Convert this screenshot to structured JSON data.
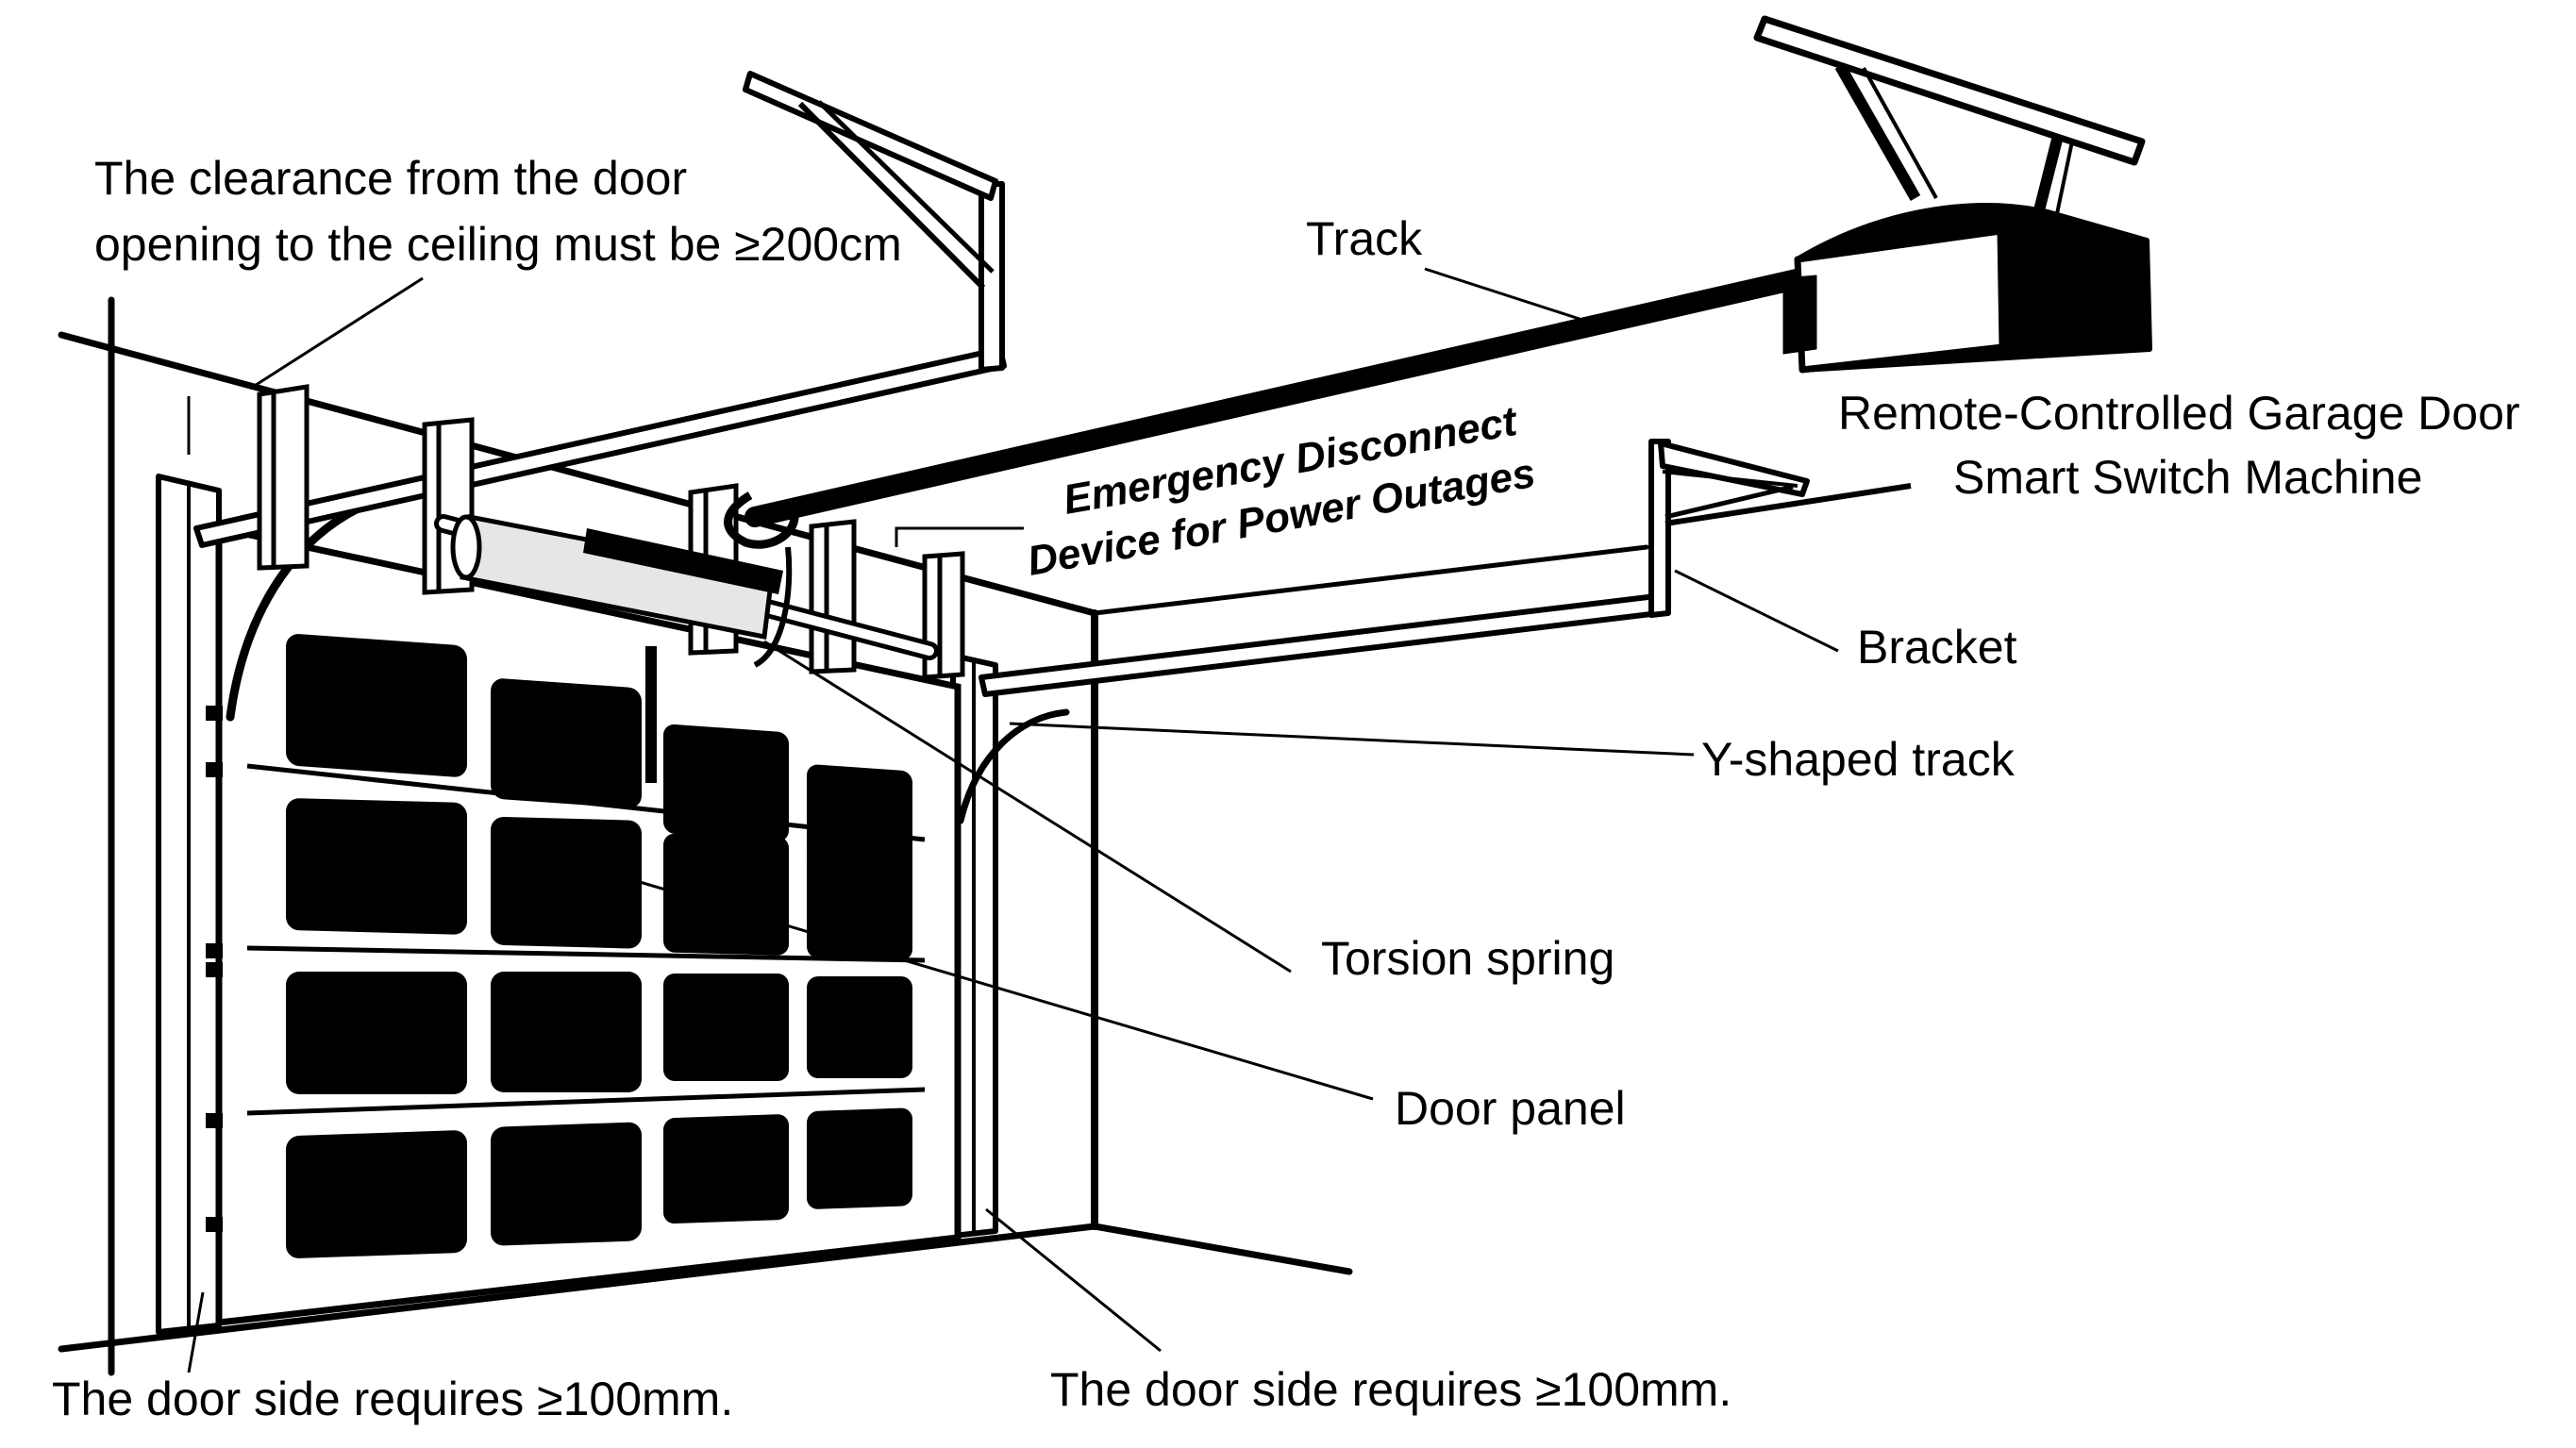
{
  "labels": {
    "clearance_line1": "The clearance from the door",
    "clearance_line2": "opening to the ceiling must be ≥200cm",
    "track": "Track",
    "machine_line1": "Remote-Controlled Garage Door",
    "machine_line2": "Smart Switch Machine",
    "emergency_line1": "Emergency Disconnect",
    "emergency_line2": "Device for Power Outages",
    "bracket": "Bracket",
    "y_track": "Y-shaped track",
    "torsion_spring": "Torsion spring",
    "door_panel": "Door panel",
    "side_left": "The door side requires ≥100mm.",
    "side_right": "The door side requires ≥100mm."
  },
  "colors": {
    "ink": "#000000",
    "paper": "#ffffff",
    "spring": "#e6e6e6"
  }
}
